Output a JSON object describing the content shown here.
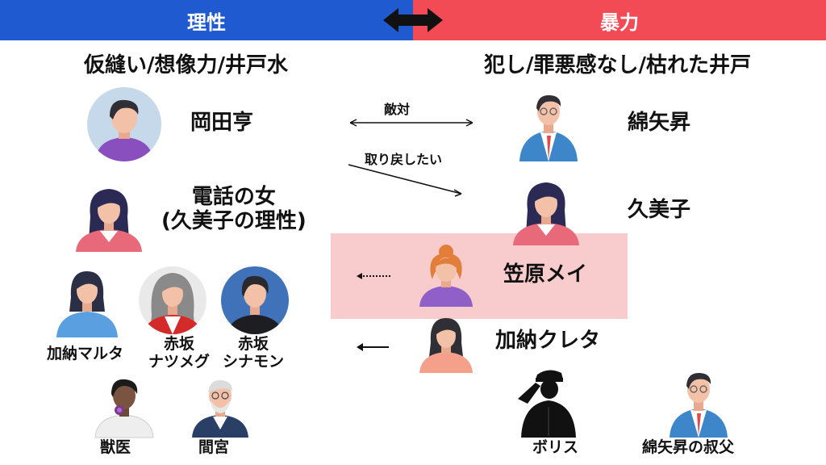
{
  "header": {
    "left_title": "理性",
    "right_title": "暴力",
    "left_color": "#1f5ad1",
    "right_color": "#f24b55"
  },
  "subtitles": {
    "left": "仮縫い/想像力/井戸水",
    "right": "犯し/罪悪感なし/枯れた井戸"
  },
  "relations": {
    "hostile": "敵対",
    "want_back": "取り戻したい"
  },
  "characters": {
    "okada": "岡田亨",
    "wataya": "綿矢昇",
    "phone_woman_line1": "電話の女",
    "phone_woman_line2": "(久美子の理性)",
    "kumiko": "久美子",
    "may": "笠原メイ",
    "creta": "加納クレタ",
    "malta": "加納マルタ",
    "nutmeg_line1": "赤坂",
    "nutmeg_line2": "ナツメグ",
    "cinnamon_line1": "赤坂",
    "cinnamon_line2": "シナモン",
    "vet": "獣医",
    "mamiya": "間宮",
    "boris": "ボリス",
    "uncle": "綿矢昇の叔父"
  },
  "icons": [
    "double-arrow-icon",
    "man-avatar-icon",
    "businessman-icon",
    "woman-avatar-icon",
    "girl-avatar-icon",
    "gray-hair-woman-icon",
    "dark-hair-man-icon",
    "vet-icon",
    "old-man-icon",
    "soldier-salute-icon"
  ]
}
